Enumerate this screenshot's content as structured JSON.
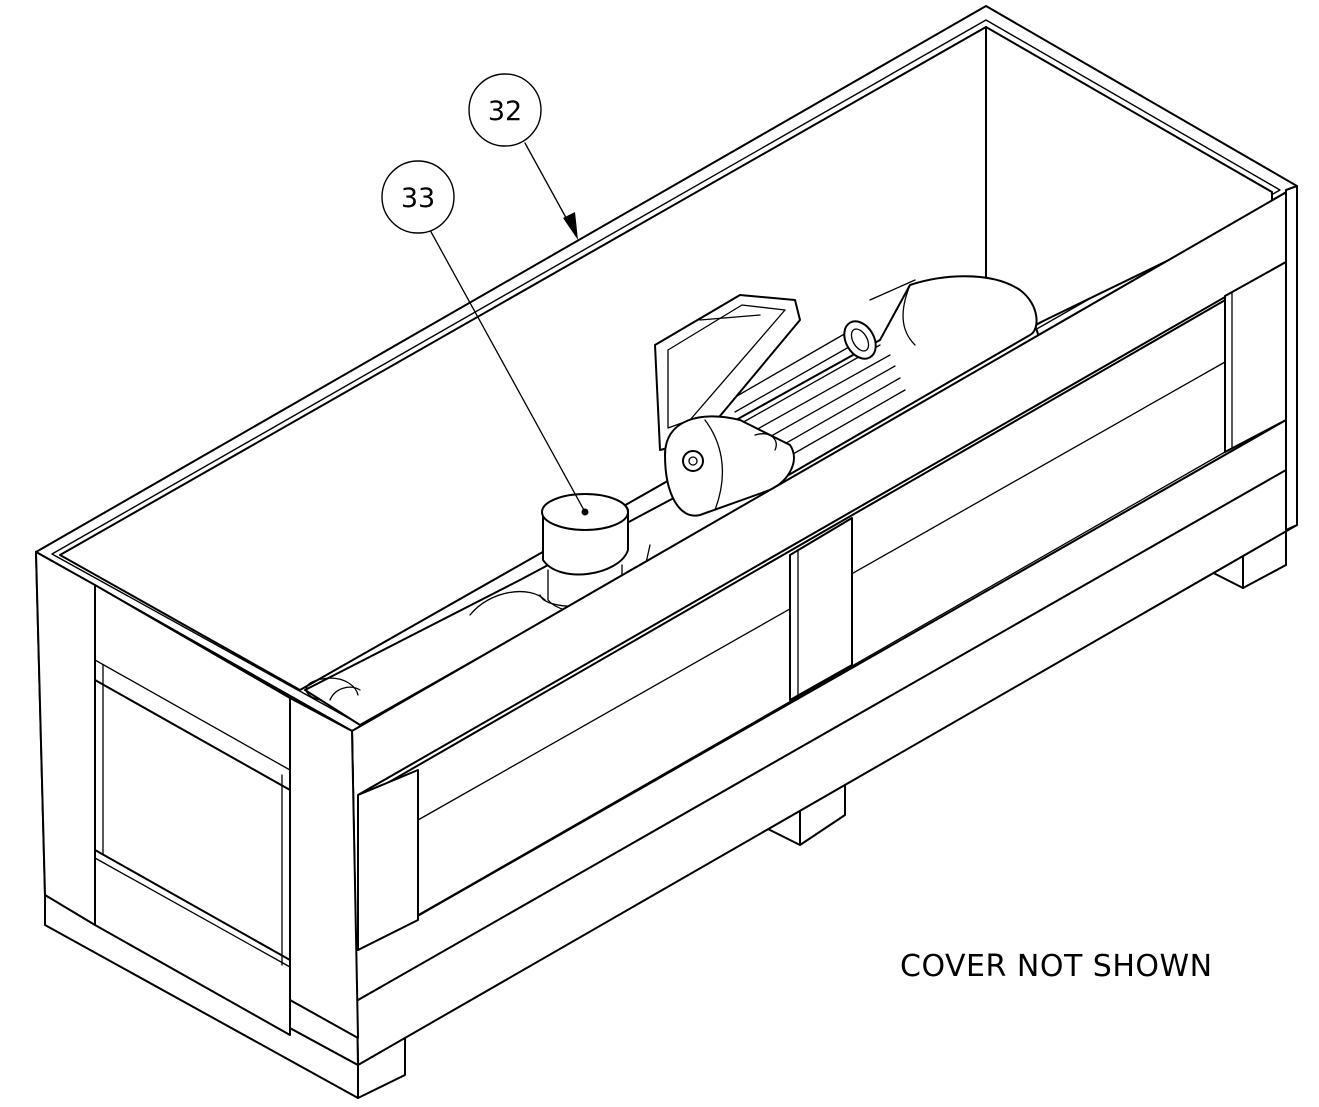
{
  "drawing": {
    "subject": "wooden shipping crate containing motor assembly",
    "balloons": [
      {
        "id": "32",
        "label": "32"
      },
      {
        "id": "33",
        "label": "33"
      }
    ],
    "note": "COVER NOT SHOWN"
  }
}
